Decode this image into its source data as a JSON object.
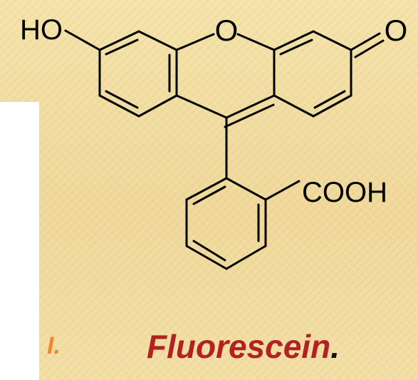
{
  "slide": {
    "item_marker": "I.",
    "caption": "Fluorescein",
    "caption_terminator": "."
  },
  "molecule": {
    "labels": {
      "hydroxyl": "HO",
      "ring_oxygen": "O",
      "ketone_oxygen": "O",
      "carboxyl": "COOH"
    }
  },
  "colors": {
    "background": "#f2dea2",
    "caption": "#b22222",
    "marker": "#f0872c",
    "bonds": "#000000"
  }
}
